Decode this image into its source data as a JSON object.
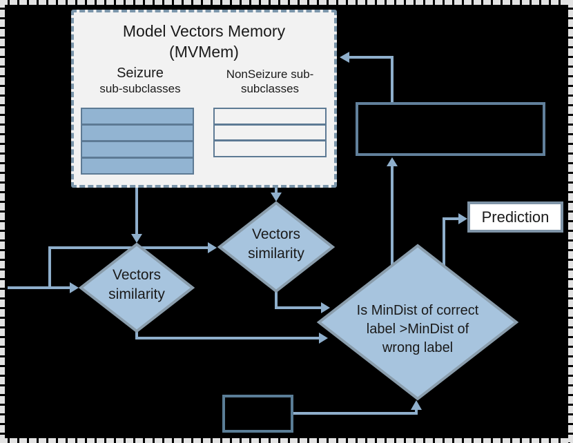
{
  "colors": {
    "canvas-bg": "#000000",
    "frame-dash": "#e3e3e3",
    "box-bg": "#f2f2f2",
    "box-border": "#7b96ab",
    "row-fill": "#92b4d2",
    "row-empty-fill": "#f2f2f2",
    "row-border": "#5d7a94",
    "diamond-fill": "#a7c4de",
    "diamond-border": "#8a9dac",
    "arrow": "#8fafcc",
    "rect-border": "#61809b",
    "rect2-border": "#5a7d96",
    "prediction-bg": "#ffffff",
    "prediction-border": "#7f94a7",
    "text": "#1a1a1a"
  },
  "mvmem": {
    "title": "Model Vectors Memory\n(MVMem)",
    "seizure_title": "Seizure",
    "seizure_subtitle": "sub-subclasses",
    "nonseizure_title": "NonSeizure sub-",
    "nonseizure_subtitle": "subclasses",
    "seizure_row_count": 4,
    "nonseizure_row_count": 3
  },
  "diamonds": {
    "left": {
      "label": "Vectors\nsimilarity"
    },
    "middle": {
      "label": "Vectors\nsimilarity"
    },
    "decision": {
      "label": "Is MinDist of correct\nlabel >MinDist of\nwrong label"
    }
  },
  "prediction": {
    "label": "Prediction"
  }
}
